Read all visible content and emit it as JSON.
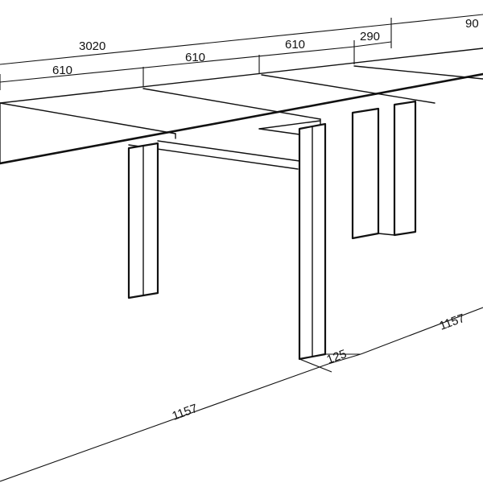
{
  "dimensions": {
    "total_length": "3020",
    "extension_1": "610",
    "extension_2": "610",
    "extension_3": "610",
    "end_panel": "290",
    "depth": "90",
    "leg_span_front": "1157",
    "leg_span_side": "1157",
    "leg_width": "125"
  }
}
